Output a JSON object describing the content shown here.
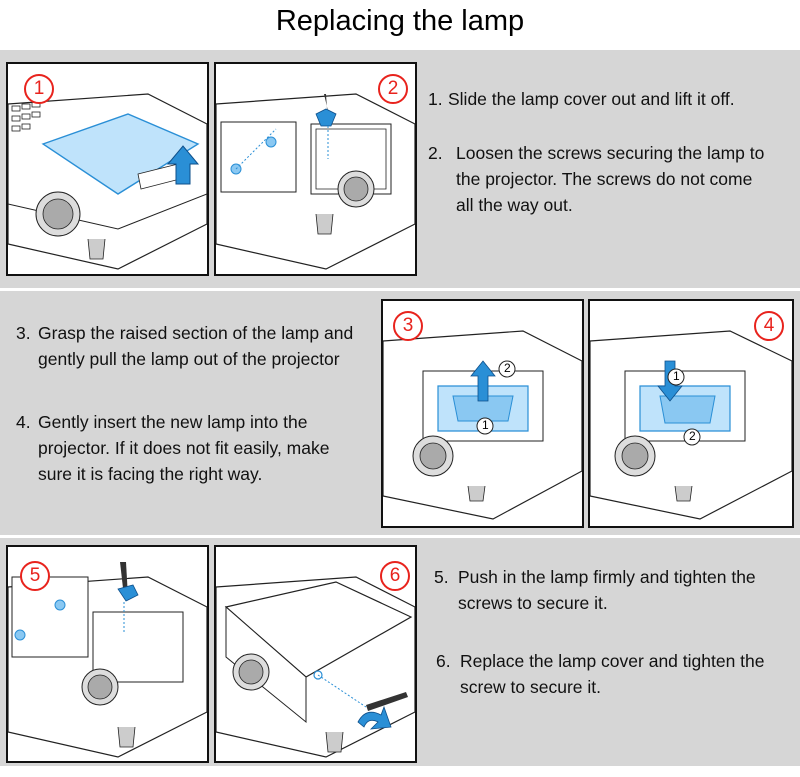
{
  "title": "Replacing the lamp",
  "colors": {
    "band": "#d6d6d6",
    "badge": "#e8231d",
    "lamp": "#bfe3fb",
    "lamp_stroke": "#2a8fd6"
  },
  "panels": [
    {
      "badge": "1",
      "icon": "lamp-cover-removal"
    },
    {
      "badge": "2",
      "icon": "screwdriver-loosen"
    },
    {
      "badge": "3",
      "icon": "lamp-pull-out"
    },
    {
      "badge": "4",
      "icon": "lamp-insert"
    },
    {
      "badge": "5",
      "icon": "screwdriver-tighten"
    },
    {
      "badge": "6",
      "icon": "cover-replace"
    }
  ],
  "callouts": {
    "one": "1",
    "two": "2"
  },
  "steps": [
    {
      "num": "1.",
      "text": "Slide the lamp cover out and lift it off."
    },
    {
      "num": "2.",
      "text": "Loosen the screws securing the lamp to the projector. The screws do not come all the way out."
    },
    {
      "num": "3.",
      "text": "Grasp the raised section of the lamp and gently pull the lamp out of the projector"
    },
    {
      "num": "4.",
      "text": "Gently insert the new lamp into the projector. If it does not fit easily, make sure it is facing the right way."
    },
    {
      "num": "5.",
      "text": "Push in the lamp firmly and tighten the screws to secure it."
    },
    {
      "num": "6.",
      "text": "Replace the lamp cover and tighten the screw to secure it."
    }
  ]
}
